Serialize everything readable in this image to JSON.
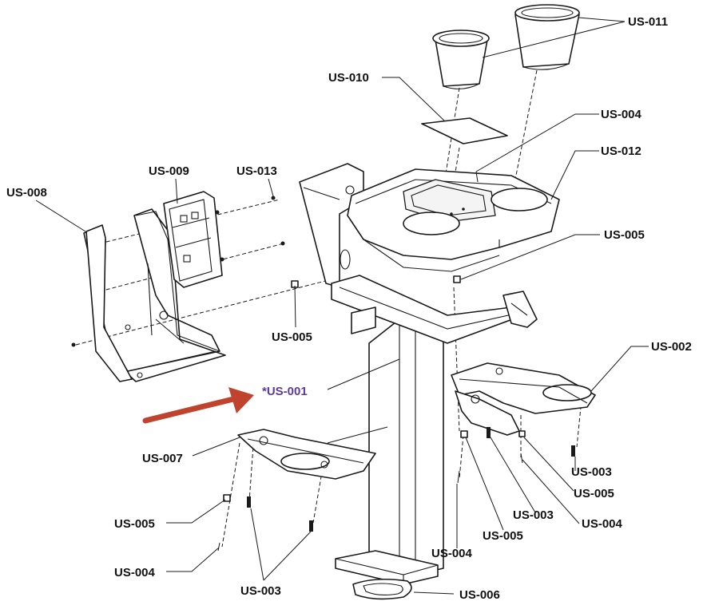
{
  "diagram": {
    "highlight_color": "#5b3aa6",
    "arrow_color": "#c0432d",
    "line_color": "#1a1a1a",
    "labels": [
      {
        "id": "us-011",
        "text": "US-011"
      },
      {
        "id": "us-010",
        "text": "US-010"
      },
      {
        "id": "us-004-top",
        "text": "US-004"
      },
      {
        "id": "us-012",
        "text": "US-012"
      },
      {
        "id": "us-009",
        "text": "US-009"
      },
      {
        "id": "us-013",
        "text": "US-013"
      },
      {
        "id": "us-008",
        "text": "US-008"
      },
      {
        "id": "us-005-right",
        "text": "US-005"
      },
      {
        "id": "us-005-mid",
        "text": "US-005"
      },
      {
        "id": "us-002",
        "text": "US-002"
      },
      {
        "id": "us-001",
        "text": "*US-001"
      },
      {
        "id": "us-007",
        "text": "US-007"
      },
      {
        "id": "us-003-right",
        "text": "US-003"
      },
      {
        "id": "us-005-right2",
        "text": "US-005"
      },
      {
        "id": "us-003-center",
        "text": "US-003"
      },
      {
        "id": "us-004-right",
        "text": "US-004"
      },
      {
        "id": "us-005-left",
        "text": "US-005"
      },
      {
        "id": "us-005-center",
        "text": "US-005"
      },
      {
        "id": "us-004-center",
        "text": "US-004"
      },
      {
        "id": "us-004-left",
        "text": "US-004"
      },
      {
        "id": "us-003-bottom",
        "text": "US-003"
      },
      {
        "id": "us-006",
        "text": "US-006"
      }
    ]
  }
}
